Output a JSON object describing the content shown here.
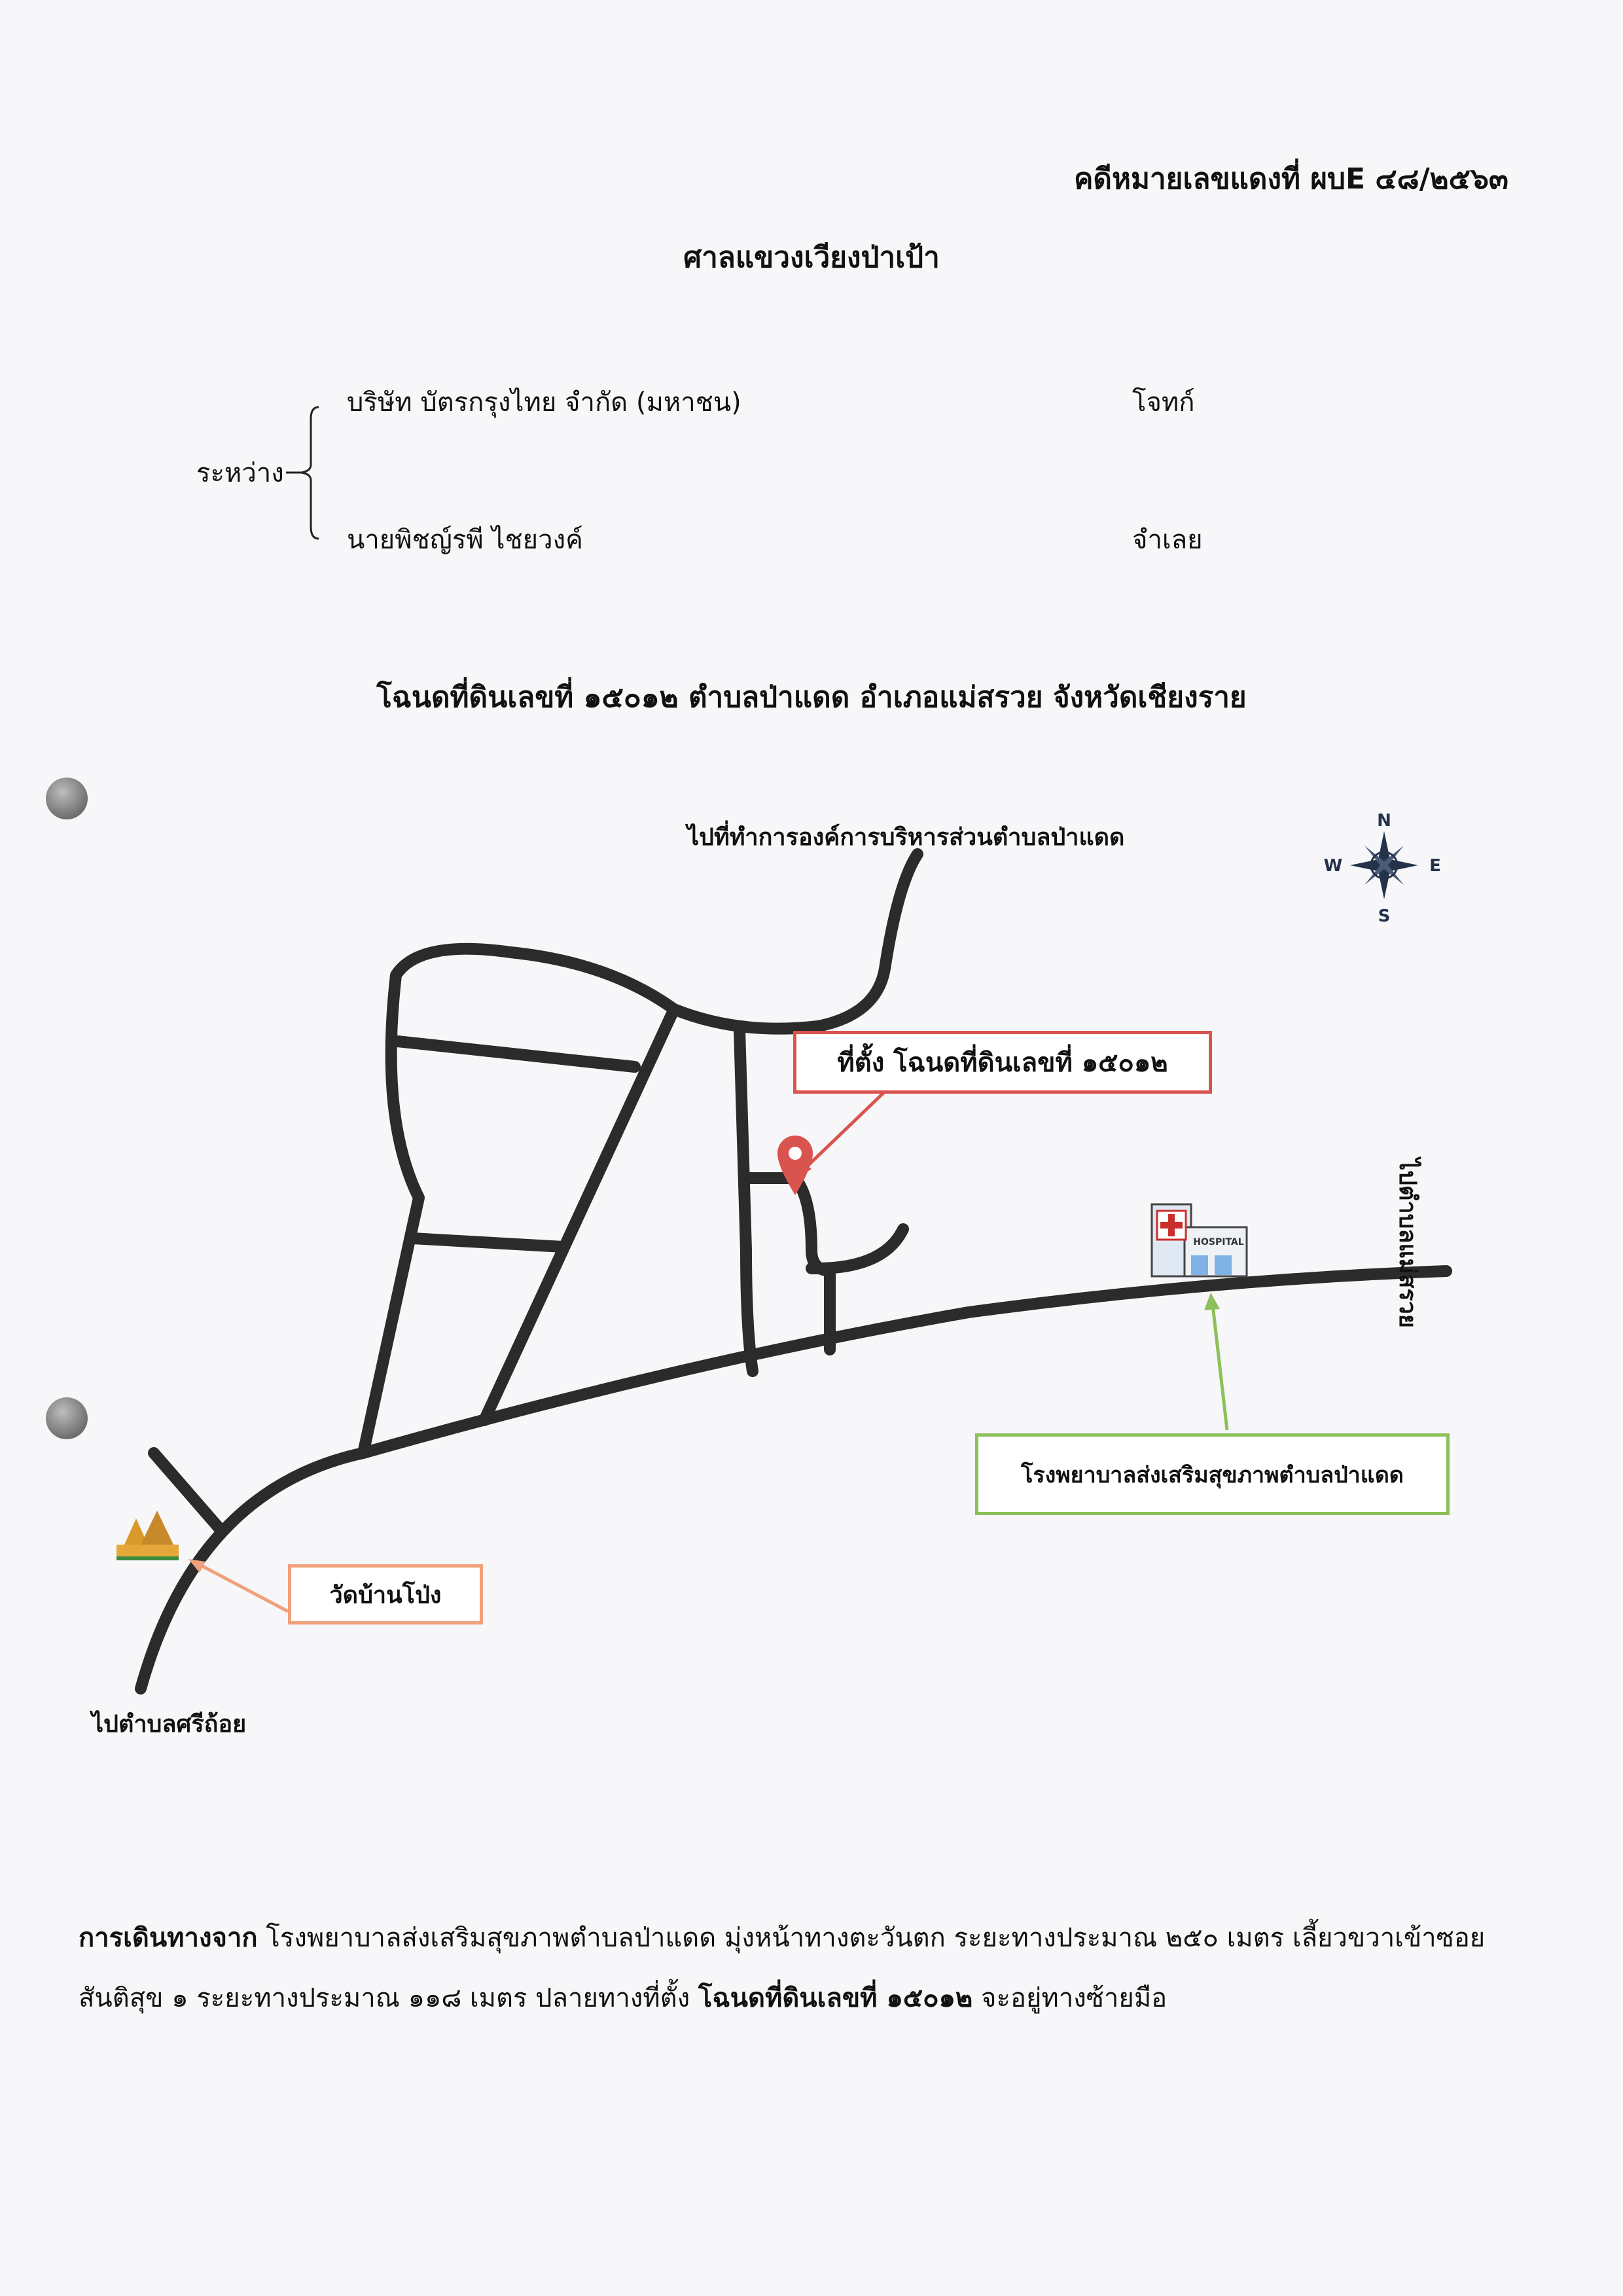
{
  "header": {
    "case_number": "คดีหมายเลขแดงที่ ผบE ๔๘/๒๕๖๓",
    "court": "ศาลแขวงเวียงป่าเป้า"
  },
  "parties": {
    "between_label": "ระหว่าง",
    "plaintiff_name": "บริษัท บัตรกรุงไทย จำกัด (มหาชน)",
    "plaintiff_role": "โจทก์",
    "defendant_name": "นายพิชญ์รพี  ไชยวงค์",
    "defendant_role": "จำเลย"
  },
  "map_title": "โฉนดที่ดินเลขที่ ๑๕๐๑๒ ตำบลป่าแดด อำเภอแม่สรวย จังหวัดเชียงราย",
  "map": {
    "road_north_label": "ไปที่ทำการองค์การบริหารส่วนตำบลป่าแดด",
    "road_east_label": "ไปตำบลแม่สรวย",
    "road_southwest_label": "ไปตำบลศรีถ้อย",
    "plot_callout": "ที่ตั้ง โฉนดที่ดินเลขที่ ๑๕๐๑๒",
    "hospital_callout": "โรงพยาบาลส่งเสริมสุขภาพตำบลป่าแดด",
    "temple_callout": "วัดบ้านโป่ง",
    "hospital_sign": "HOSPITAL",
    "compass": {
      "n": "N",
      "s": "S",
      "e": "E",
      "w": "W"
    },
    "colors": {
      "road": "#2b2b2b",
      "plot": "#d9534f",
      "hospital": "#8dc05a",
      "temple": "#f0a07a"
    }
  },
  "directions": {
    "lead": "การเดินทางจาก",
    "text1": " โรงพยาบาลส่งเสริมสุขภาพตำบลป่าแดด มุ่งหน้าทางตะวันตก ระยะทางประมาณ ๒๕๐ เมตร เลี้ยวขวาเข้าซอยสันติสุข ๑ ระยะทางประมาณ ๑๑๘ เมตร ปลายทางที่ตั้ง ",
    "plot_ref": "โฉนดที่ดินเลขที่ ๑๕๐๑๒",
    "text2": " จะอยู่ทางซ้ายมือ"
  }
}
